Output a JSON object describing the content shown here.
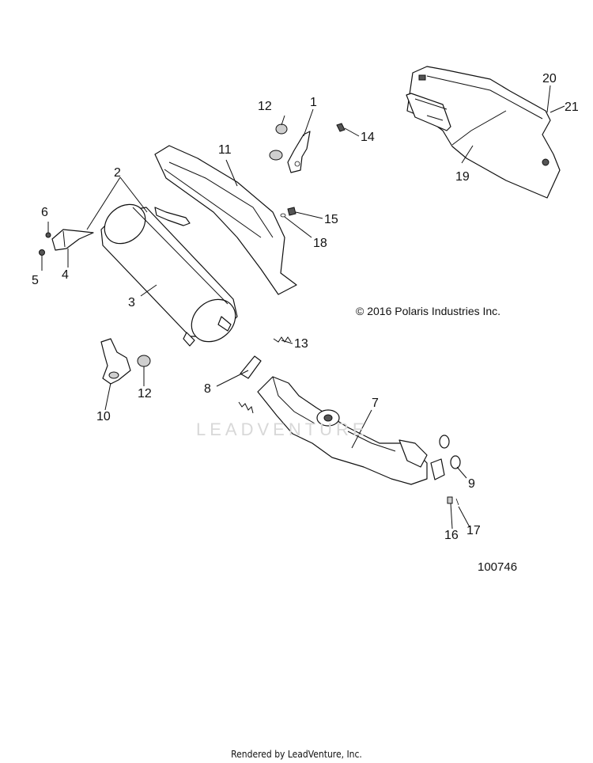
{
  "callouts": {
    "c1": "1",
    "c2": "2",
    "c3": "3",
    "c4": "4",
    "c5": "5",
    "c6": "6",
    "c7": "7",
    "c8": "8",
    "c9": "9",
    "c10": "10",
    "c11": "11",
    "c12a": "12",
    "c12b": "12",
    "c13": "13",
    "c14": "14",
    "c15": "15",
    "c16": "16",
    "c17": "17",
    "c18": "18",
    "c19": "19",
    "c20": "20",
    "c21": "21"
  },
  "copyright": "© 2016 Polaris Industries Inc.",
  "figure_number": "100746",
  "watermark": "LEADVENTURE",
  "footer": "Rendered by LeadVenture, Inc."
}
